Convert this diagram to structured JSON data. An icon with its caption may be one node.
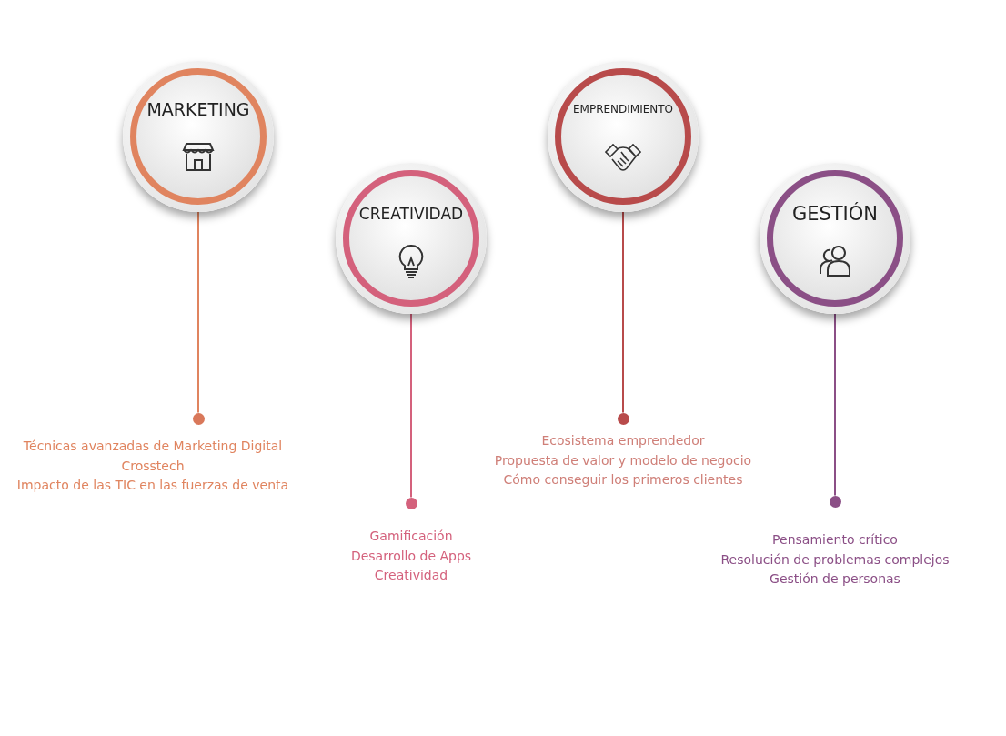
{
  "diagram": {
    "nodes": [
      {
        "text": [
          "MARKETING"
        ]
      },
      {
        "text": [],
        "shape": "circle",
        "beside": [
          "Técnicas avanzadas de Marketing Digital",
          "Crosstech",
          "Impacto de las TIC en las fuerzas de venta"
        ]
      },
      {
        "text": [
          "CREATIVIDAD"
        ]
      },
      {
        "text": [],
        "shape": "circle",
        "beside": [
          "Gamificación",
          "Desarrollo de Apps",
          "Creatividad"
        ]
      },
      {
        "text": [
          "EMPRENDIMIENTO"
        ]
      },
      {
        "text": [],
        "shape": "circle",
        "beside": [
          "Ecosistema emprendedor",
          "Propuesta de valor y modelo de negocio",
          "Cómo conseguir los primeros clientes"
        ]
      },
      {
        "text": [
          "GESTIÓN"
        ]
      },
      {
        "text": [],
        "shape": "circle",
        "beside": [
          "Pensamiento crítico",
          "Resolución de problemas complejos",
          "Gestión de personas"
        ]
      }
    ],
    "edges": [
      {
        "from": 0,
        "to": 1,
        "arrow": "none",
        "color": "#e0845f"
      },
      {
        "from": 2,
        "to": 3,
        "arrow": "none",
        "color": "#d4617c"
      },
      {
        "from": 4,
        "to": 5,
        "arrow": "none",
        "color": "#b84b4b"
      },
      {
        "from": 6,
        "to": 7,
        "arrow": "none",
        "color": "#8b4f86"
      }
    ]
  }
}
